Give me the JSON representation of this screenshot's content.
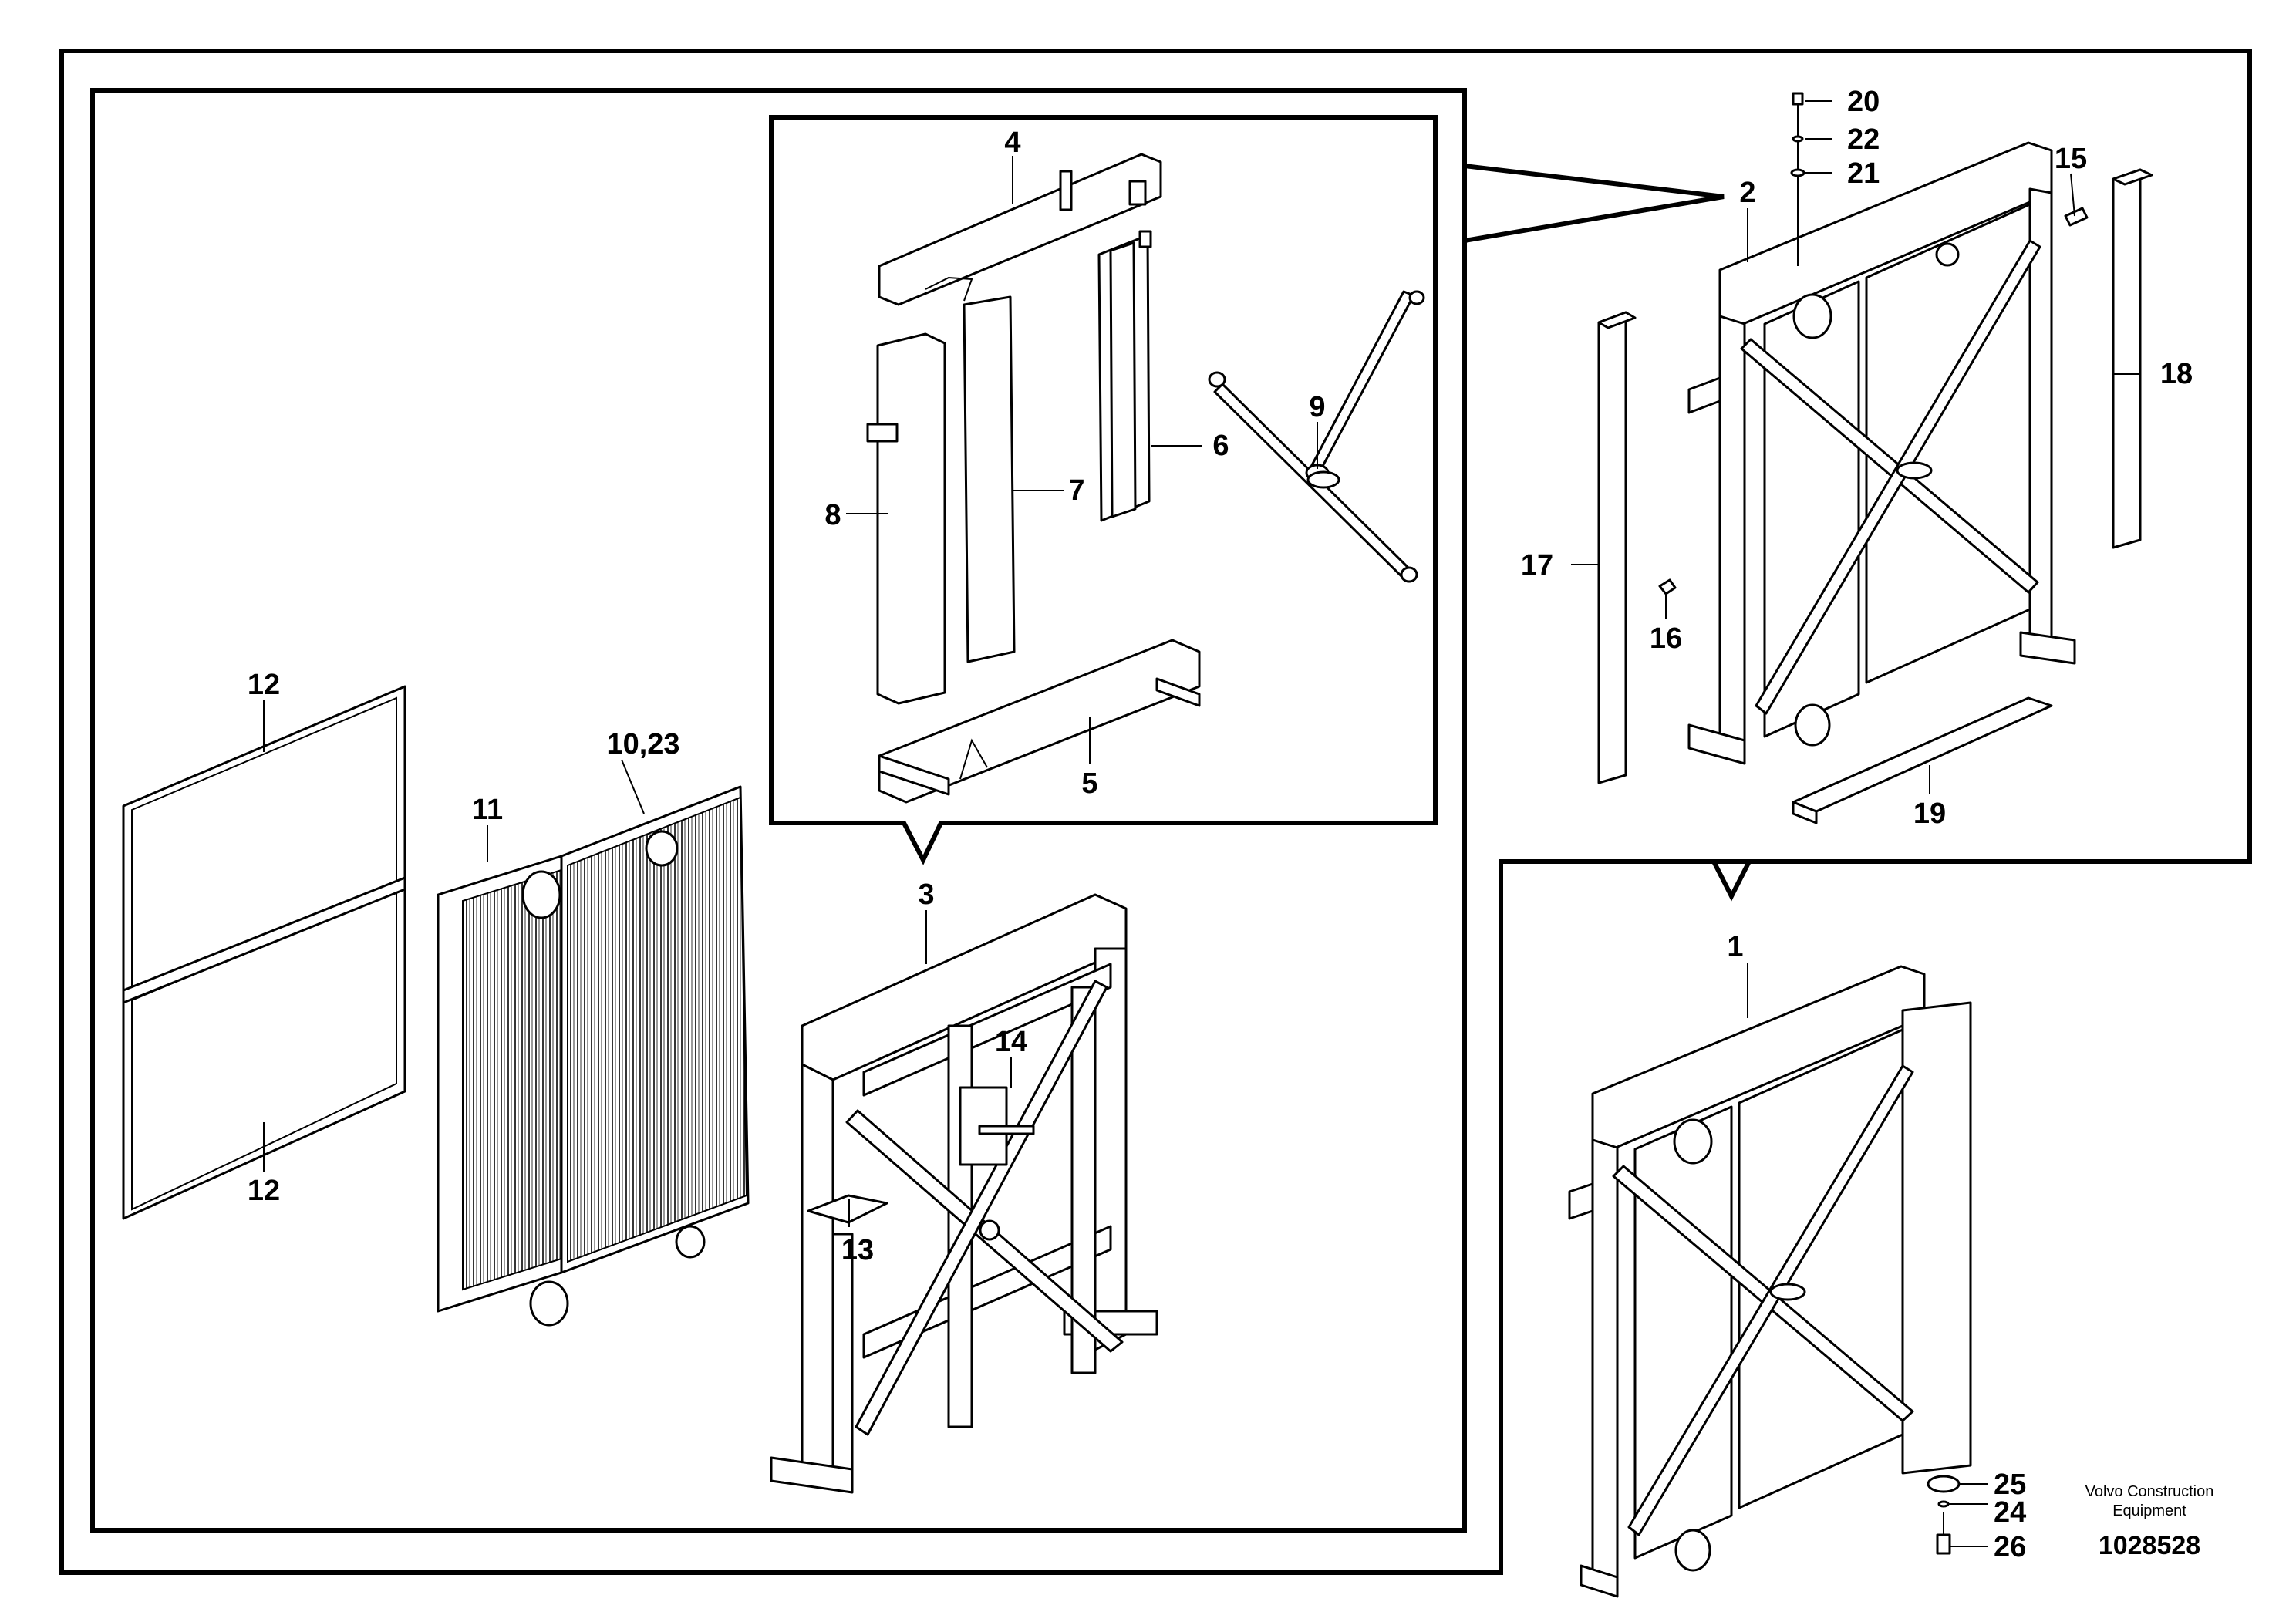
{
  "labels": {
    "l1": "1",
    "l2": "2",
    "l3": "3",
    "l4": "4",
    "l5": "5",
    "l6": "6",
    "l7": "7",
    "l8": "8",
    "l9": "9",
    "l10_23": "10,23",
    "l11": "11",
    "l12a": "12",
    "l12b": "12",
    "l13": "13",
    "l14": "14",
    "l15": "15",
    "l16": "16",
    "l17": "17",
    "l18": "18",
    "l19": "19",
    "l20": "20",
    "l21": "21",
    "l22": "22",
    "l24": "24",
    "l25": "25",
    "l26": "26"
  },
  "caption": {
    "line1": "Volvo Construction",
    "line2": "Equipment"
  },
  "doc_number": "1028528"
}
